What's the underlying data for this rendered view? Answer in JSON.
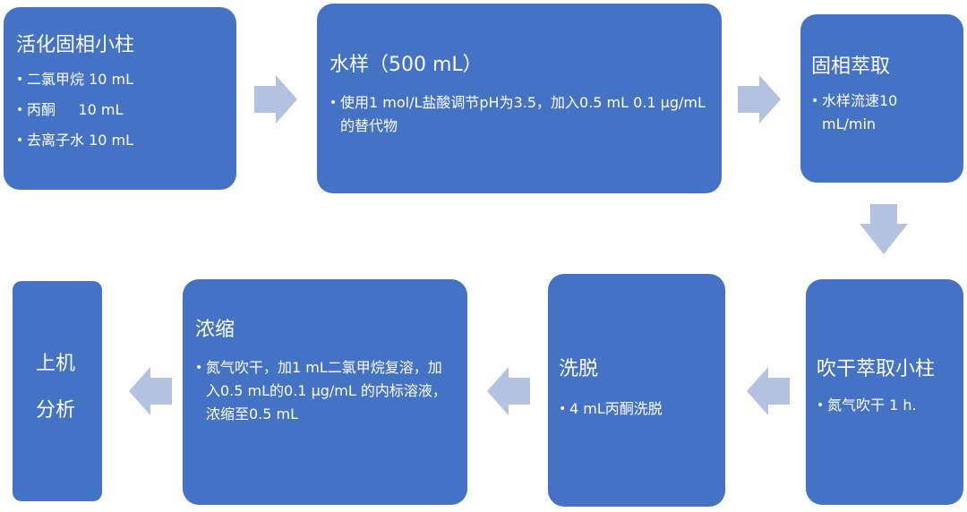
{
  "colors": {
    "box": "#4472C4",
    "arrow": "#B4C2E2",
    "text": "#FFFFFF",
    "background": "#FFFFFF"
  },
  "steps": [
    {
      "title": "活化固相小柱",
      "bullets": [
        "二氯甲烷 10 mL",
        "丙酮     10 mL",
        "去离子水 10 mL"
      ]
    },
    {
      "title": "水样（500 mL）",
      "bullets": [
        "使用1 mol/L盐酸调节pH为3.5，加入0.5 mL 0.1 μg/mL的替代物"
      ]
    },
    {
      "title": "固相萃取",
      "bullets": [
        "水样流速10 mL/min"
      ]
    },
    {
      "title": "吹干萃取小柱",
      "bullets": [
        "氮气吹干 1 h."
      ]
    },
    {
      "title": "洗脱",
      "bullets": [
        "4 mL丙酮洗脱"
      ]
    },
    {
      "title": "浓缩",
      "bullets": [
        "氮气吹干，加1 mL二氯甲烷复溶，加入0.5 mL的0.1 μg/mL 的内标溶液，浓缩至0.5 mL"
      ]
    },
    {
      "title_lines": [
        "上机",
        "分析"
      ]
    }
  ],
  "arrows": [
    {
      "direction": "right",
      "from": "活化固相小柱",
      "to": "水样（500 mL）"
    },
    {
      "direction": "right",
      "from": "水样（500 mL）",
      "to": "固相萃取"
    },
    {
      "direction": "down",
      "from": "固相萃取",
      "to": "吹干萃取小柱"
    },
    {
      "direction": "left",
      "from": "吹干萃取小柱",
      "to": "洗脱"
    },
    {
      "direction": "left",
      "from": "洗脱",
      "to": "浓缩"
    },
    {
      "direction": "left",
      "from": "浓缩",
      "to": "上机分析"
    }
  ]
}
